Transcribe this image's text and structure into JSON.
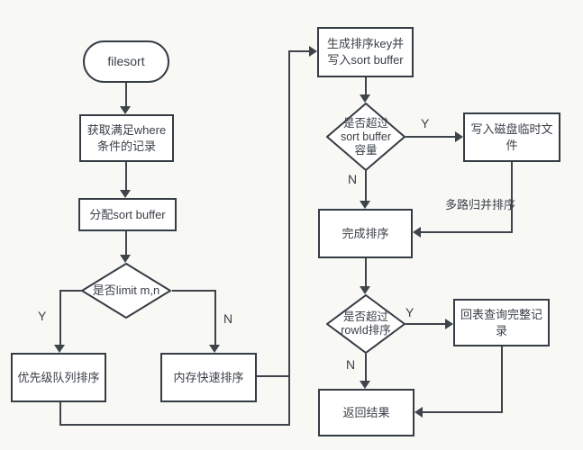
{
  "colors": {
    "line": "#3f444b",
    "box_border": "#363c44",
    "box_fill": "#ffffff",
    "text": "#3a3f46",
    "canvas": "#f8f8f5"
  },
  "nodes": {
    "filesort": {
      "label": "filesort"
    },
    "fetch_where": {
      "label": "获取满足where\n条件的记录"
    },
    "alloc_buffer": {
      "label": "分配sort buffer"
    },
    "limit_decision": {
      "label": "是否limit m,n"
    },
    "priority_queue": {
      "label": "优先级队列排序"
    },
    "memory_quicksort": {
      "label": "内存快速排序"
    },
    "gen_sort_key": {
      "label": "生成排序key并\n写入sort buffer"
    },
    "buffer_decision": {
      "label": "是否超过\nsort buffer\n容量"
    },
    "write_temp_file": {
      "label": "写入磁盘临时文\n件"
    },
    "finish_sort": {
      "label": "完成排序"
    },
    "rowid_decision": {
      "label": "是否超过\nrowId排序"
    },
    "back_to_table": {
      "label": "回表查询完整记\n录"
    },
    "return_result": {
      "label": "返回结果"
    }
  },
  "edge_labels": {
    "limit_yes": "Y",
    "limit_no": "N",
    "buffer_yes": "Y",
    "buffer_no": "N",
    "rowid_yes": "Y",
    "rowid_no": "N",
    "multiway_merge": "多路归并排序"
  }
}
